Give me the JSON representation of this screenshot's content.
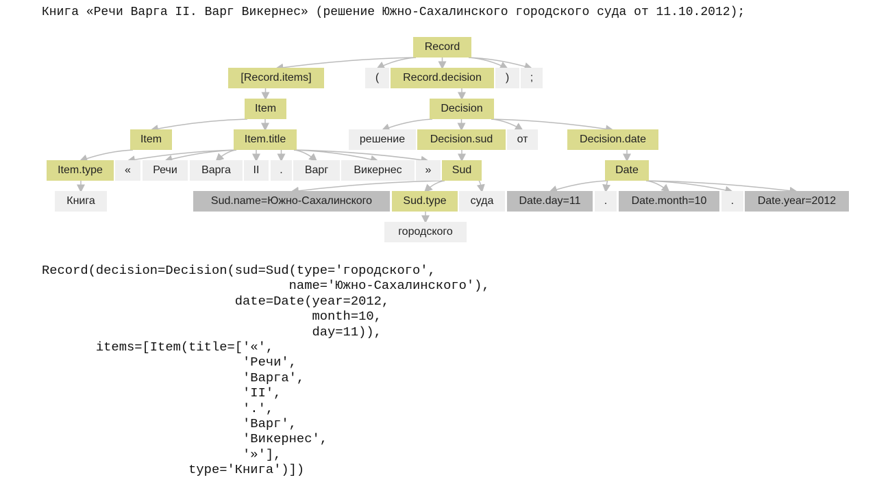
{
  "header": {
    "source_text": "Книга «Речи Варга II. Варг Викернес» (решение Южно-Сахалинского городского суда от 11.10.2012);"
  },
  "colors": {
    "olive": "#dbdb8e",
    "light": "#efefef",
    "dark": "#bdbdbd",
    "edge": "#bbbbbb"
  },
  "tree": {
    "nodes": [
      {
        "id": "record",
        "label": "Record",
        "style": "olive"
      },
      {
        "id": "record_items",
        "label": "[Record.items]",
        "style": "olive"
      },
      {
        "id": "lparen",
        "label": "(",
        "style": "light"
      },
      {
        "id": "record_decision",
        "label": "Record.decision",
        "style": "olive"
      },
      {
        "id": "rparen",
        "label": ")",
        "style": "light"
      },
      {
        "id": "semicolon",
        "label": ";",
        "style": "light"
      },
      {
        "id": "item1",
        "label": "Item",
        "style": "olive"
      },
      {
        "id": "decision",
        "label": "Decision",
        "style": "olive"
      },
      {
        "id": "item2",
        "label": "Item",
        "style": "olive"
      },
      {
        "id": "item_title",
        "label": "Item.title",
        "style": "olive"
      },
      {
        "id": "reshenie",
        "label": "решение",
        "style": "light"
      },
      {
        "id": "decision_sud",
        "label": "Decision.sud",
        "style": "olive"
      },
      {
        "id": "ot",
        "label": "от",
        "style": "light"
      },
      {
        "id": "decision_date",
        "label": "Decision.date",
        "style": "olive"
      },
      {
        "id": "item_type",
        "label": "Item.type",
        "style": "olive"
      },
      {
        "id": "laquo",
        "label": "«",
        "style": "light"
      },
      {
        "id": "rechi",
        "label": "Речи",
        "style": "light"
      },
      {
        "id": "varga",
        "label": "Варга",
        "style": "light"
      },
      {
        "id": "ii",
        "label": "II",
        "style": "light"
      },
      {
        "id": "dot1",
        "label": ".",
        "style": "light"
      },
      {
        "id": "varg",
        "label": "Варг",
        "style": "light"
      },
      {
        "id": "vikernes",
        "label": "Викернес",
        "style": "light"
      },
      {
        "id": "raquo",
        "label": "»",
        "style": "light"
      },
      {
        "id": "sud",
        "label": "Sud",
        "style": "olive"
      },
      {
        "id": "date",
        "label": "Date",
        "style": "olive"
      },
      {
        "id": "kniga",
        "label": "Книга",
        "style": "light"
      },
      {
        "id": "sud_name",
        "label": "Sud.name=Южно-Сахалинского",
        "style": "dark"
      },
      {
        "id": "sud_type",
        "label": "Sud.type",
        "style": "olive"
      },
      {
        "id": "suda",
        "label": "суда",
        "style": "light"
      },
      {
        "id": "date_day",
        "label": "Date.day=11",
        "style": "dark"
      },
      {
        "id": "dot2",
        "label": ".",
        "style": "light"
      },
      {
        "id": "date_month",
        "label": "Date.month=10",
        "style": "dark"
      },
      {
        "id": "dot3",
        "label": ".",
        "style": "light"
      },
      {
        "id": "date_year",
        "label": "Date.year=2012",
        "style": "dark"
      },
      {
        "id": "gorodskogo",
        "label": "городского",
        "style": "light"
      }
    ],
    "edges": [
      [
        "record",
        "record_items"
      ],
      [
        "record",
        "lparen"
      ],
      [
        "record",
        "record_decision"
      ],
      [
        "record",
        "rparen"
      ],
      [
        "record",
        "semicolon"
      ],
      [
        "record_items",
        "item1"
      ],
      [
        "item1",
        "item2"
      ],
      [
        "item1",
        "item_title"
      ],
      [
        "item2",
        "item_type"
      ],
      [
        "item_type",
        "kniga"
      ],
      [
        "item_title",
        "laquo"
      ],
      [
        "item_title",
        "rechi"
      ],
      [
        "item_title",
        "varga"
      ],
      [
        "item_title",
        "ii"
      ],
      [
        "item_title",
        "dot1"
      ],
      [
        "item_title",
        "varg"
      ],
      [
        "item_title",
        "vikernes"
      ],
      [
        "item_title",
        "raquo"
      ],
      [
        "record_decision",
        "decision"
      ],
      [
        "decision",
        "reshenie"
      ],
      [
        "decision",
        "decision_sud"
      ],
      [
        "decision",
        "ot"
      ],
      [
        "decision",
        "decision_date"
      ],
      [
        "decision_sud",
        "sud"
      ],
      [
        "sud",
        "sud_name"
      ],
      [
        "sud",
        "sud_type"
      ],
      [
        "sud",
        "suda"
      ],
      [
        "sud_type",
        "gorodskogo"
      ],
      [
        "decision_date",
        "date"
      ],
      [
        "date",
        "date_day"
      ],
      [
        "date",
        "dot2"
      ],
      [
        "date",
        "date_month"
      ],
      [
        "date",
        "dot3"
      ],
      [
        "date",
        "date_year"
      ]
    ]
  },
  "code": {
    "lines": [
      "Record(decision=Decision(sud=Sud(type='городского',",
      "                                name='Южно-Сахалинского'),",
      "                         date=Date(year=2012,",
      "                                   month=10,",
      "                                   day=11)),",
      "       items=[Item(title=['«',",
      "                          'Речи',",
      "                          'Варга',",
      "                          'II',",
      "                          '.',",
      "                          'Варг',",
      "                          'Викернес',",
      "                          '»'],",
      "                   type='Книга')])"
    ]
  }
}
